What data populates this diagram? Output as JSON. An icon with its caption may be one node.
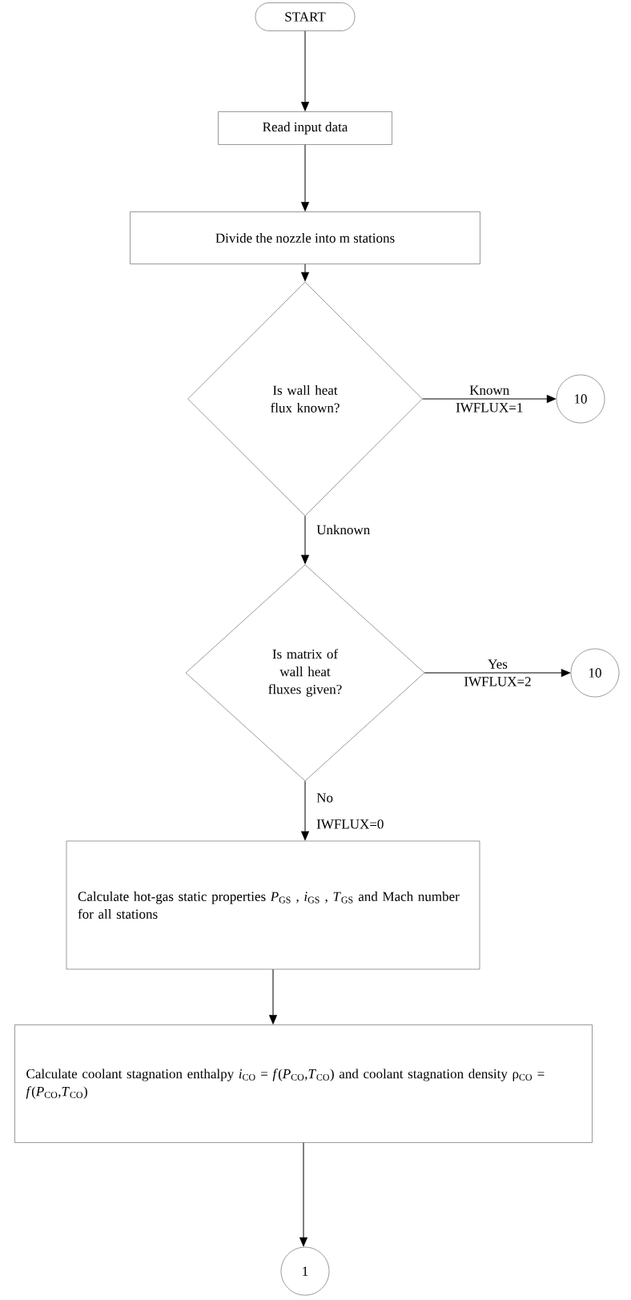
{
  "diagram": {
    "nodes": [
      {
        "text": [
          "START"
        ]
      },
      {
        "text": [
          "Read input data"
        ]
      },
      {
        "text": [
          "Divide the nozzle into m stations"
        ]
      },
      {
        "text": [
          "Is wall heat flux known?"
        ]
      },
      {
        "text": [
          "10"
        ]
      },
      {
        "text": [
          "Is matrix of wall heat fluxes given?"
        ]
      },
      {
        "text": [
          "10"
        ]
      },
      {
        "text": [
          "Calculate hot-gas static properties *P*$_{GS}$ , *i*$_{GS}$ , *T*$_{GS}$ and Mach number for all stations"
        ]
      },
      {
        "text": [
          "Calculate coolant stagnation enthalpy *i*$_{CO}$ = *f*(*P*$_{CO}$,*T*$_{CO}$) and coolant stagnation density ρ$_{CO}$ = *f*(*P*$_{CO}$,*T*$_{CO}$)"
        ]
      },
      {
        "text": [
          "1"
        ]
      }
    ],
    "edges": [
      {
        "from": 0,
        "to": 1,
        "arrow": "to"
      },
      {
        "from": 1,
        "to": 2,
        "arrow": "to"
      },
      {
        "from": 2,
        "to": 3,
        "arrow": "to"
      },
      {
        "from": 3,
        "to": 4,
        "arrow": "to",
        "label": "Known"
      },
      {
        "from": 3,
        "to": 5,
        "arrow": "to",
        "label": "Unknown"
      },
      {
        "from": 5,
        "to": 6,
        "arrow": "to",
        "label": "Yes"
      },
      {
        "from": 5,
        "to": 7,
        "arrow": "to",
        "label": "No"
      },
      {
        "from": 7,
        "to": 8,
        "arrow": "to"
      },
      {
        "from": 8,
        "to": 9,
        "arrow": "to"
      }
    ],
    "labels": [
      "IWFLUX=1",
      "IWFLUX=2",
      "IWFLUX=0"
    ]
  }
}
